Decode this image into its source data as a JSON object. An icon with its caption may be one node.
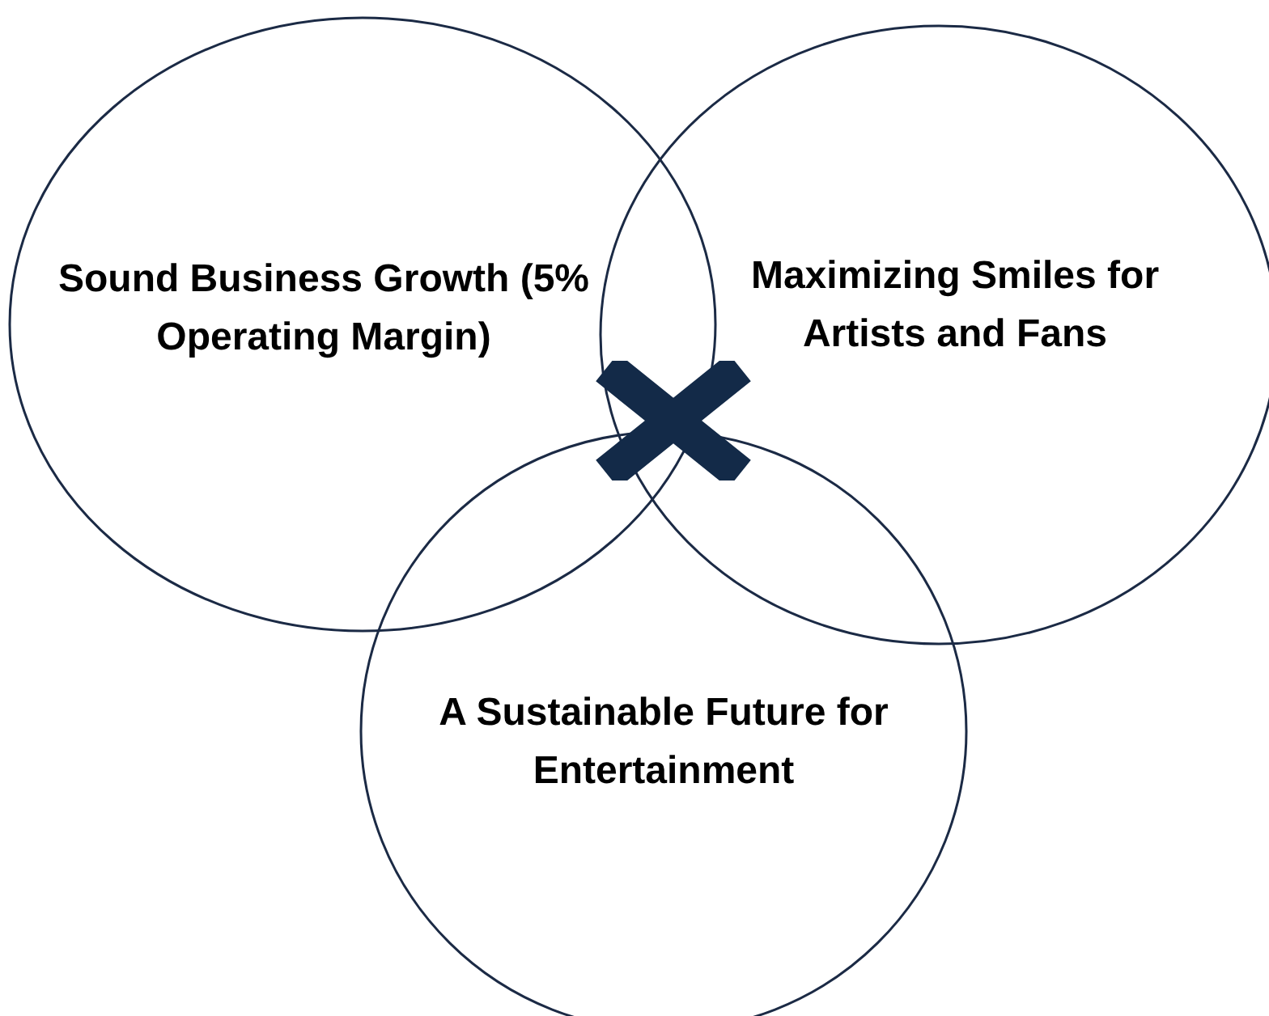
{
  "diagram": {
    "nodes": [
      {
        "text": [
          "Sound Business Growth (5% Operating Margin)"
        ]
      },
      {
        "text": [
          "Maximizing Smiles for Artists and Fans"
        ]
      },
      {
        "text": [
          "A Sustainable Future for Entertainment"
        ]
      }
    ]
  }
}
